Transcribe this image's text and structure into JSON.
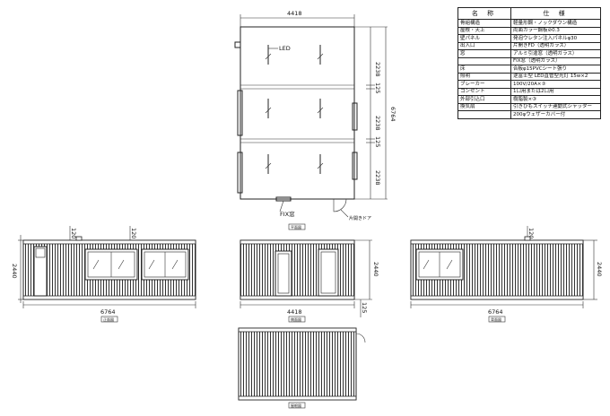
{
  "spec_table": {
    "headers": [
      "名 称",
      "仕 様"
    ],
    "rows": [
      {
        "name": "骨組構造",
        "value": "軽量形鋼・ノックダウン構造"
      },
      {
        "name": "屋根・天上",
        "value": "両面カラー鋼板⊘0.3"
      },
      {
        "name": "壁パネル",
        "value": "発泡ウレタン注入パネルφ30"
      },
      {
        "name": "出入口",
        "value": "片開きFD（透明ガラス）"
      },
      {
        "name": "窓",
        "value": "アルミ引違窓（透明ガラス）"
      },
      {
        "name": "",
        "value": "FIX窓（透明ガラス）"
      },
      {
        "name": "床",
        "value": "合板φ15PVCシート張り"
      },
      {
        "name": "照明",
        "value": "逆富士型 LED直管型光灯 15w×2"
      },
      {
        "name": "ブレーカー",
        "value": "100V/20A×③"
      },
      {
        "name": "コンセント",
        "value": "1口用または2口用"
      },
      {
        "name": "外部引込口",
        "value": "樹脂製×③"
      },
      {
        "name": "換気扇",
        "value": "引きひもスイッチ連動式シャッター"
      },
      {
        "name": "",
        "value": "200φウェザーカバー付"
      }
    ]
  },
  "plan_view": {
    "width_dim": "4418",
    "length_dim": "6764",
    "module_dims": [
      "2238",
      "2238",
      "2238"
    ],
    "gap_dims": [
      "125",
      "125"
    ],
    "led_label": "LED",
    "fix_window_label": "FIX窓",
    "door_label": "片開きドア",
    "caption": "平面図"
  },
  "front_elevation": {
    "width_dim": "6764",
    "height_dim": "2440",
    "top_dims": [
      "120",
      "120"
    ],
    "caption": "正面図"
  },
  "side_elevation": {
    "width_dim": "4418",
    "height_dim": "2440",
    "bottom_dim": "125",
    "caption": "側面図"
  },
  "back_elevation": {
    "width_dim": "6764",
    "height_dim": "2440",
    "top_dims": [
      "120"
    ],
    "caption": "背面図"
  },
  "roof_view": {
    "caption": "屋根図"
  }
}
